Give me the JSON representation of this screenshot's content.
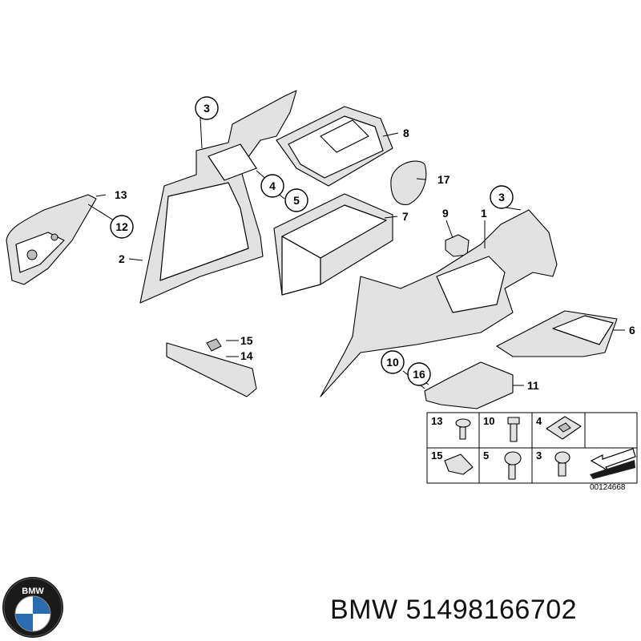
{
  "brand": {
    "name": "BMW",
    "part_number": "51498166702"
  },
  "diagram": {
    "drawing_id": "00124668",
    "callouts": [
      "1",
      "2",
      "3",
      "3",
      "4",
      "5",
      "6",
      "7",
      "8",
      "9",
      "10",
      "11",
      "12",
      "13",
      "14",
      "15",
      "16",
      "17"
    ],
    "legend": [
      {
        "number": "13"
      },
      {
        "number": "10"
      },
      {
        "number": "4"
      },
      {
        "number": "15"
      },
      {
        "number": "5"
      },
      {
        "number": "3"
      }
    ]
  },
  "logo": {
    "letters": "BMW",
    "colors": {
      "ring": "#1a1a1a",
      "blue": "#2b6cb0",
      "white": "#ffffff"
    }
  }
}
